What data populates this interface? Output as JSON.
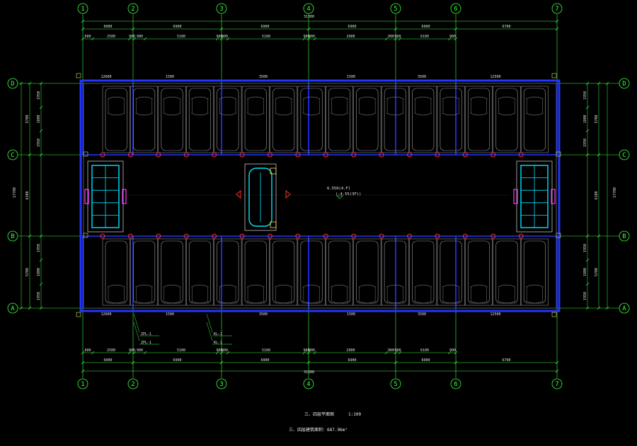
{
  "drawing": {
    "title": "三、四层平面图",
    "scale": "1:100",
    "area_note": "三、四层建筑面积：687.96m²",
    "elevation_main": "6.550(4.F)",
    "elevation_sub": "(-4.55(3F))"
  },
  "axes": {
    "columns": [
      "1",
      "2",
      "3",
      "4",
      "5",
      "6",
      "7"
    ],
    "rows": [
      "D",
      "C",
      "B",
      "A"
    ]
  },
  "dimensions": {
    "top_total": "31300",
    "top_bays": [
      "6000",
      "6900",
      "6900",
      "6900",
      "6900",
      "6700"
    ],
    "top_detail": [
      "600",
      "2500",
      "900",
      "900",
      "5100",
      "900",
      "900",
      "5100",
      "900",
      "900",
      "2900",
      "900",
      "900",
      "6100",
      "900"
    ],
    "left_total": "17700",
    "left_outer": [
      "5700",
      "6100",
      "5700"
    ],
    "left_inner": [
      "1950",
      "1800",
      "1950",
      "1950",
      "1800",
      "1950"
    ],
    "bottom_tags": [
      "ZPL-1",
      "ZPL-1",
      "KL-1",
      "KL-1"
    ],
    "wall_marks": [
      "12600",
      "1500",
      "3500",
      "1500",
      "3500",
      "12500"
    ]
  },
  "colors": {
    "axis": "#3cff3c",
    "wall": "#2236ff",
    "lift": "#00e5ff",
    "marker": "#ff2a2a",
    "accent": "#ff37ff",
    "car": "#9a9a9a"
  }
}
